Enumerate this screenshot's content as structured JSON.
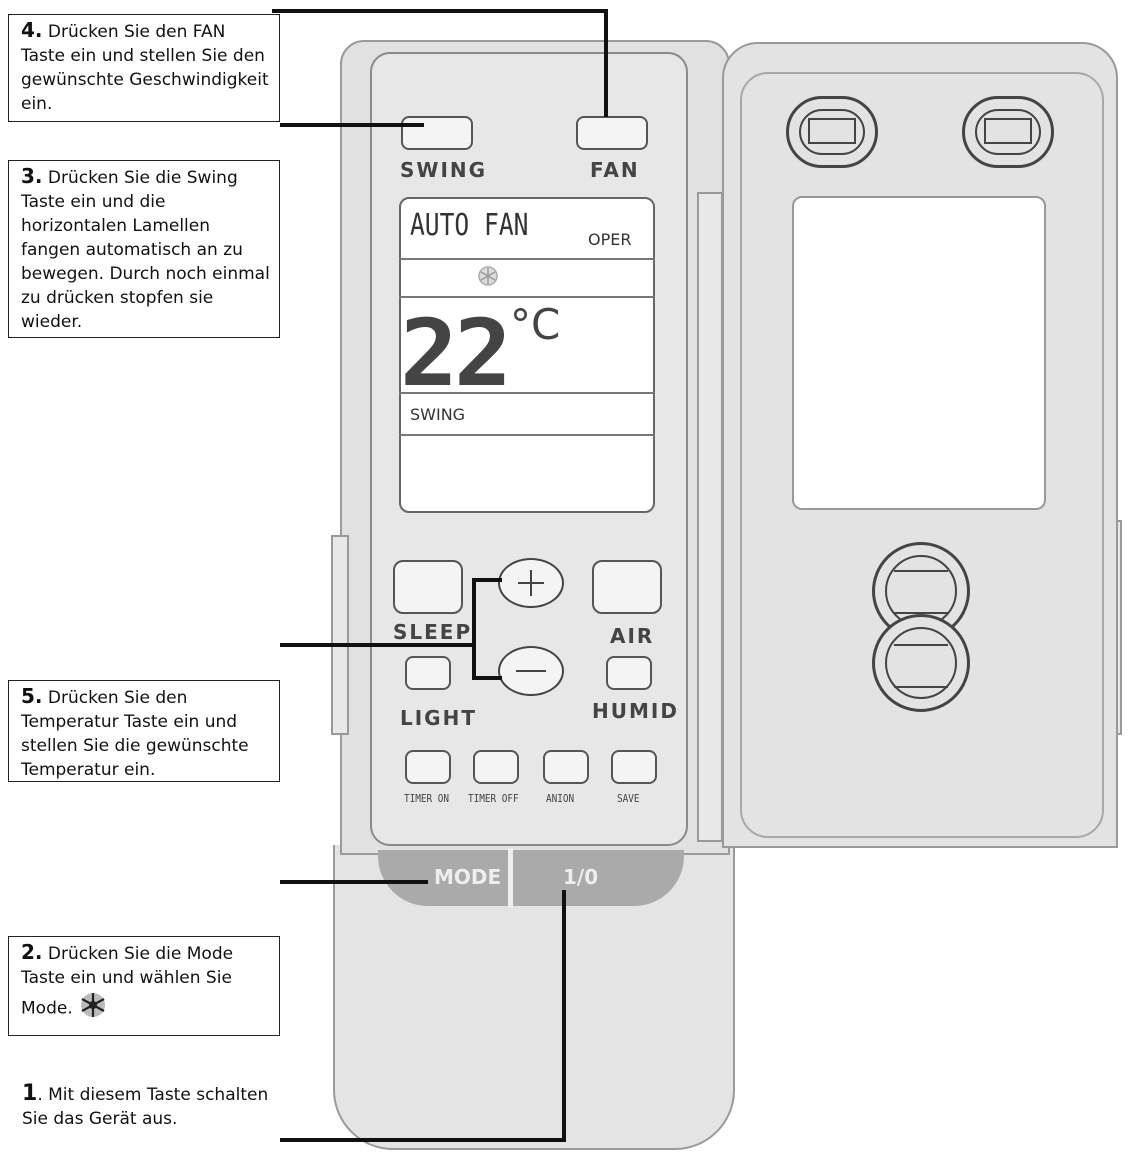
{
  "callouts": {
    "step4": {
      "num": "4.",
      "text": "Drücken Sie den FAN Taste ein und stellen Sie den gewünschte Geschwindigkeit ein."
    },
    "step3": {
      "num": "3.",
      "text": "Drücken Sie die Swing Taste ein und die horizontalen Lamellen fangen automatisch an zu bewegen. Durch noch einmal zu drücken stopfen sie wieder."
    },
    "step5": {
      "num": "5.",
      "text": "Drücken Sie den Temperatur Taste ein und stellen Sie die gewünschte Temperatur ein."
    },
    "step2": {
      "num": "2.",
      "text": "Drücken Sie die Mode Taste ein und wählen Sie Mode",
      "suffix": "."
    },
    "step1": {
      "num": "1",
      "sep": ".",
      "text": "Mit diesem Taste schalten Sie das Gerät aus."
    }
  },
  "remote": {
    "swing_label": "SWING",
    "fan_label": "FAN",
    "lcd_mode": "AUTO FAN",
    "lcd_oper": "OPER",
    "lcd_temp": "22",
    "lcd_unit": "°C",
    "lcd_swing": "SWING",
    "sleep_label": "SLEEP",
    "air_label": "AIR",
    "light_label": "LIGHT",
    "humid_label": "HUMID",
    "timer_on_label": "TIMER ON",
    "timer_off_label": "TIMER OFF",
    "anion_label": "ANION",
    "save_label": "SAVE",
    "mode_label": "MODE",
    "power_label": "1/0"
  },
  "icons": {
    "plus": "plus-icon",
    "minus": "minus-icon",
    "snowflake": "snowflake-icon"
  }
}
